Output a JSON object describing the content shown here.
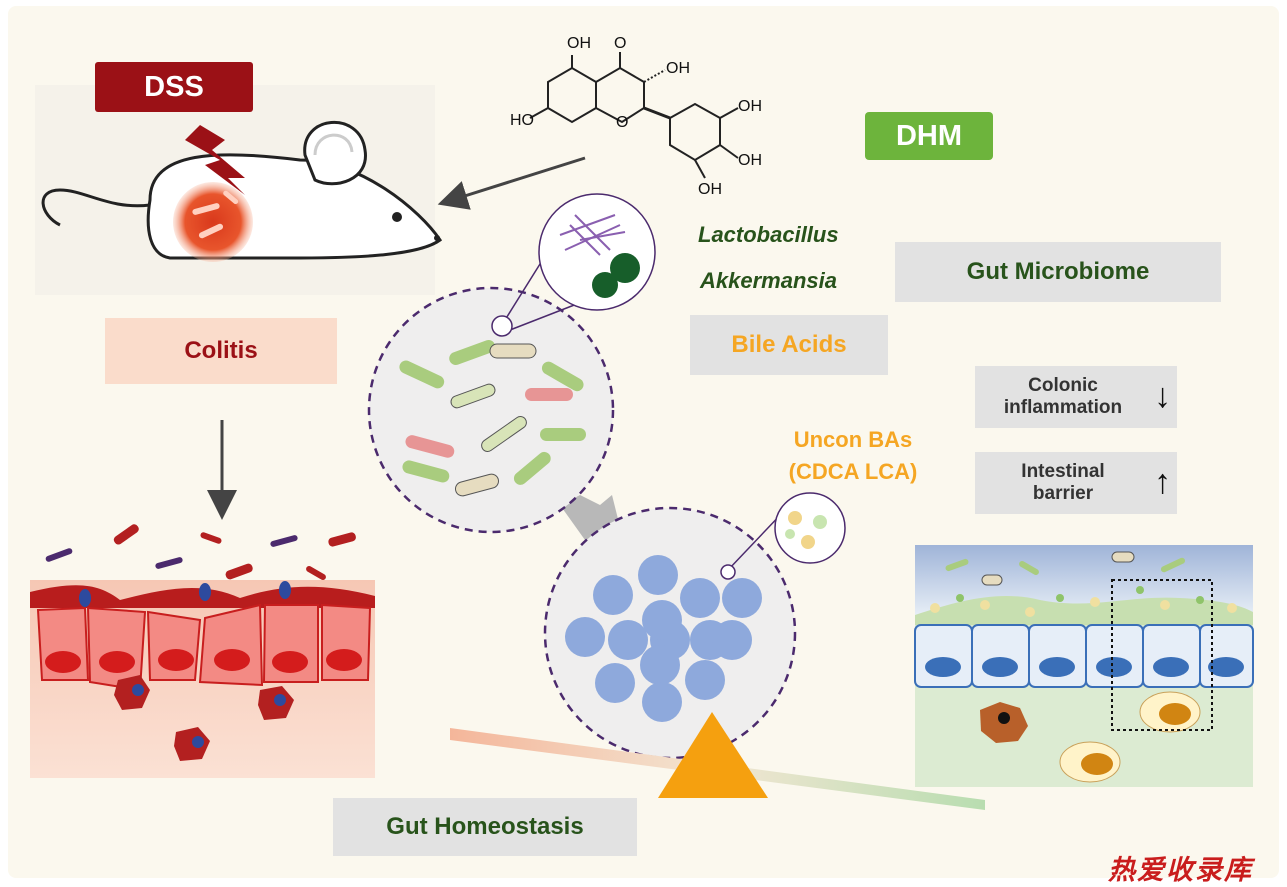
{
  "labels": {
    "dss": "DSS",
    "dhm": "DHM",
    "colitis": "Colitis",
    "gut_microbiome": "Gut Microbiome",
    "bile_acids": "Bile Acids",
    "gut_homeostasis": "Gut Homeostasis",
    "lactobacillus": "Lactobacillus",
    "akkermansia": "Akkermansia",
    "uncon_bas_line1": "Uncon BAs",
    "uncon_bas_line2": "(CDCA LCA)",
    "colonic_line1": "Colonic",
    "colonic_line2": "inflammation",
    "colonic_arrow": "↓",
    "barrier_line1": "Intestinal",
    "barrier_line2": "barrier",
    "barrier_arrow": "↑",
    "watermark": "热爱收录库"
  },
  "chem_labels": {
    "oh_top_left": "OH",
    "carbonyl_o": "O",
    "oh_c3": "OH",
    "ho_c7": "HO",
    "ring_o": "O",
    "oh_b3": "OH",
    "oh_b4": "OH",
    "oh_b5": "OH"
  },
  "colors": {
    "dss_red": "#9b1116",
    "dhm_green": "#6db43c",
    "text_green": "#28531b",
    "bile_orange": "#f5a623",
    "micelle_blue": "#8ea9dc",
    "background": "#fbf8ee"
  },
  "icons": [
    "mouse-icon",
    "lightning-icon",
    "bacteria-icon",
    "micelle-icon",
    "balance-triangle-icon",
    "epithelium-icon"
  ]
}
